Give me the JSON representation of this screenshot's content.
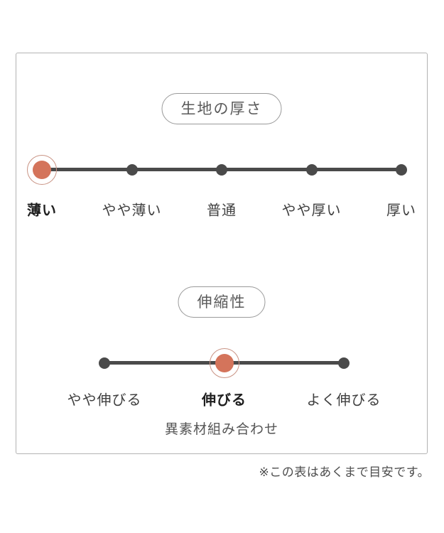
{
  "note": "※この表はあくまで目安です。",
  "colors": {
    "accent": "#d4745b",
    "accent_ring": "#c99384",
    "dot": "#4a4a4a",
    "line": "#4a4a4a",
    "frame_border": "#b3b3b3",
    "pill_border": "#9a9a9a",
    "pill_text": "#5a5a5a",
    "label_text": "#3f3f3f",
    "label_selected": "#1f1f1f",
    "caption_text": "#555555",
    "note_text": "#4d4d4d"
  },
  "chart_data": [
    {
      "type": "scale",
      "title": "生地の厚さ",
      "categories": [
        "薄い",
        "やや薄い",
        "普通",
        "やや厚い",
        "厚い"
      ],
      "levels": 5,
      "selected_index": 0,
      "selected_label": "薄い",
      "legend_position": "none",
      "grid": false
    },
    {
      "type": "scale",
      "title": "伸縮性",
      "categories": [
        "やや伸びる",
        "伸びる",
        "よく伸びる"
      ],
      "levels": 3,
      "selected_index": 1,
      "selected_label": "伸びる",
      "caption": "異素材組み合わせ",
      "legend_position": "none",
      "grid": false
    }
  ]
}
